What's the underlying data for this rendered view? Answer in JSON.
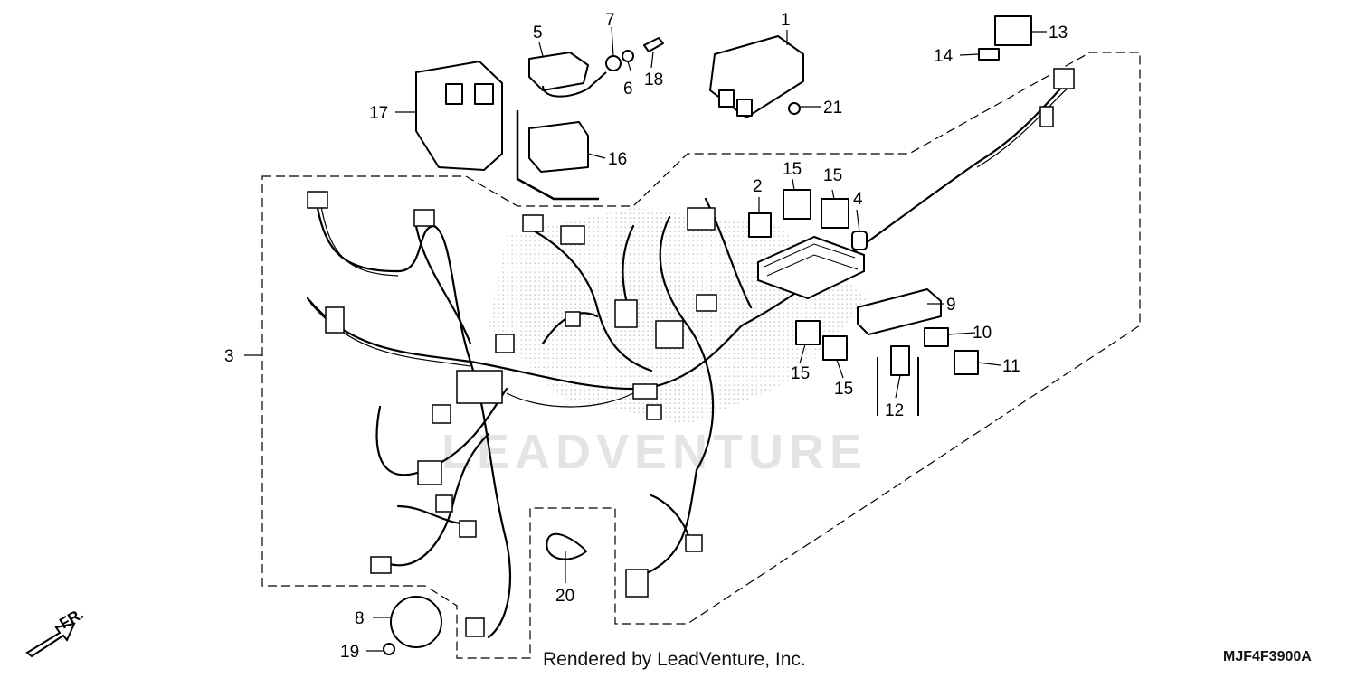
{
  "watermark": "LEADVENTURE",
  "credit": "Rendered by LeadVenture, Inc.",
  "diagram_code": "MJF4F3900A",
  "direction_label": "FR.",
  "callouts": {
    "c1": "1",
    "c2": "2",
    "c3": "3",
    "c4": "4",
    "c5": "5",
    "c6": "6",
    "c7": "7",
    "c8": "8",
    "c9": "9",
    "c10": "10",
    "c11": "11",
    "c12": "12",
    "c13": "13",
    "c14": "14",
    "c15a": "15",
    "c15b": "15",
    "c15c": "15",
    "c15d": "15",
    "c16": "16",
    "c17": "17",
    "c18": "18",
    "c19": "19",
    "c20": "20",
    "c21": "21"
  }
}
